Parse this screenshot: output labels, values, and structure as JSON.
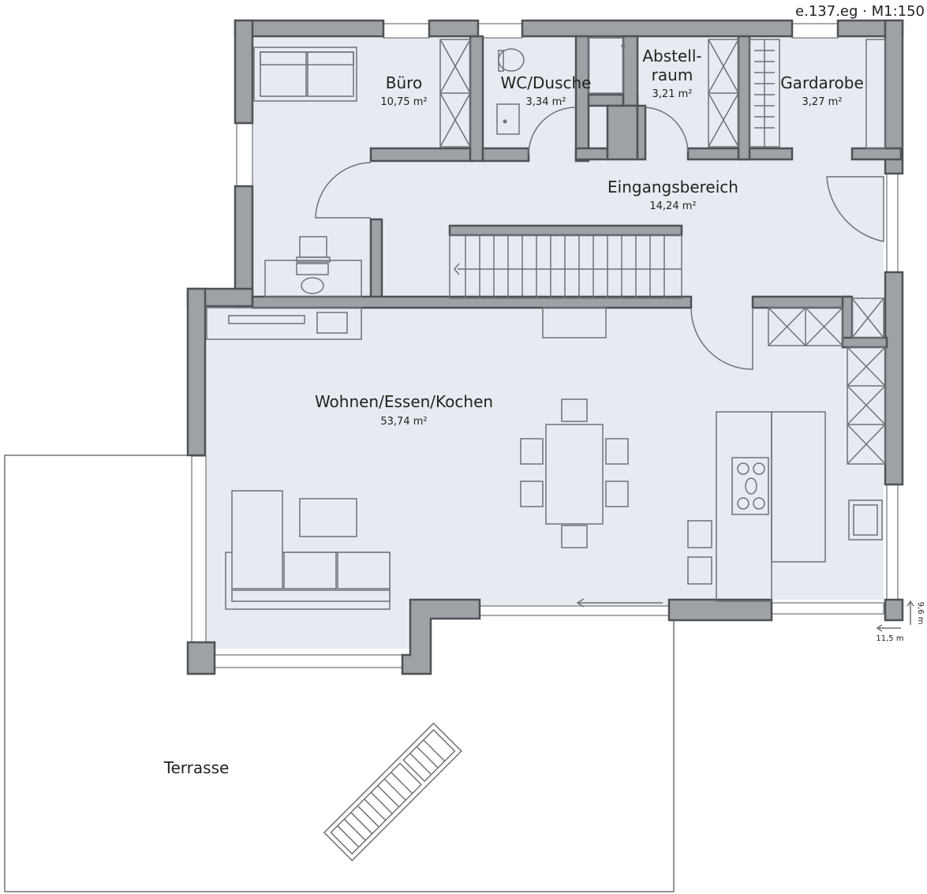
{
  "plan": {
    "title": "e.137.eg · M1:150",
    "rooms": [
      {
        "name": "Büro",
        "area": "10,75 m²"
      },
      {
        "name": "WC/Dusche",
        "area": "3,34 m²"
      },
      {
        "name": "Abstell-",
        "name2": "raum",
        "area": "3,21 m²"
      },
      {
        "name": "Gardarobe",
        "area": "3,27 m²"
      },
      {
        "name": "Eingangsbereich",
        "area": "14,24 m²"
      },
      {
        "name": "Wohnen/Essen/Kochen",
        "area": "53,74 m²"
      },
      {
        "name": "Terrasse"
      }
    ],
    "dimensions": {
      "width": "11,5 m",
      "depth": "9,6 m"
    }
  }
}
